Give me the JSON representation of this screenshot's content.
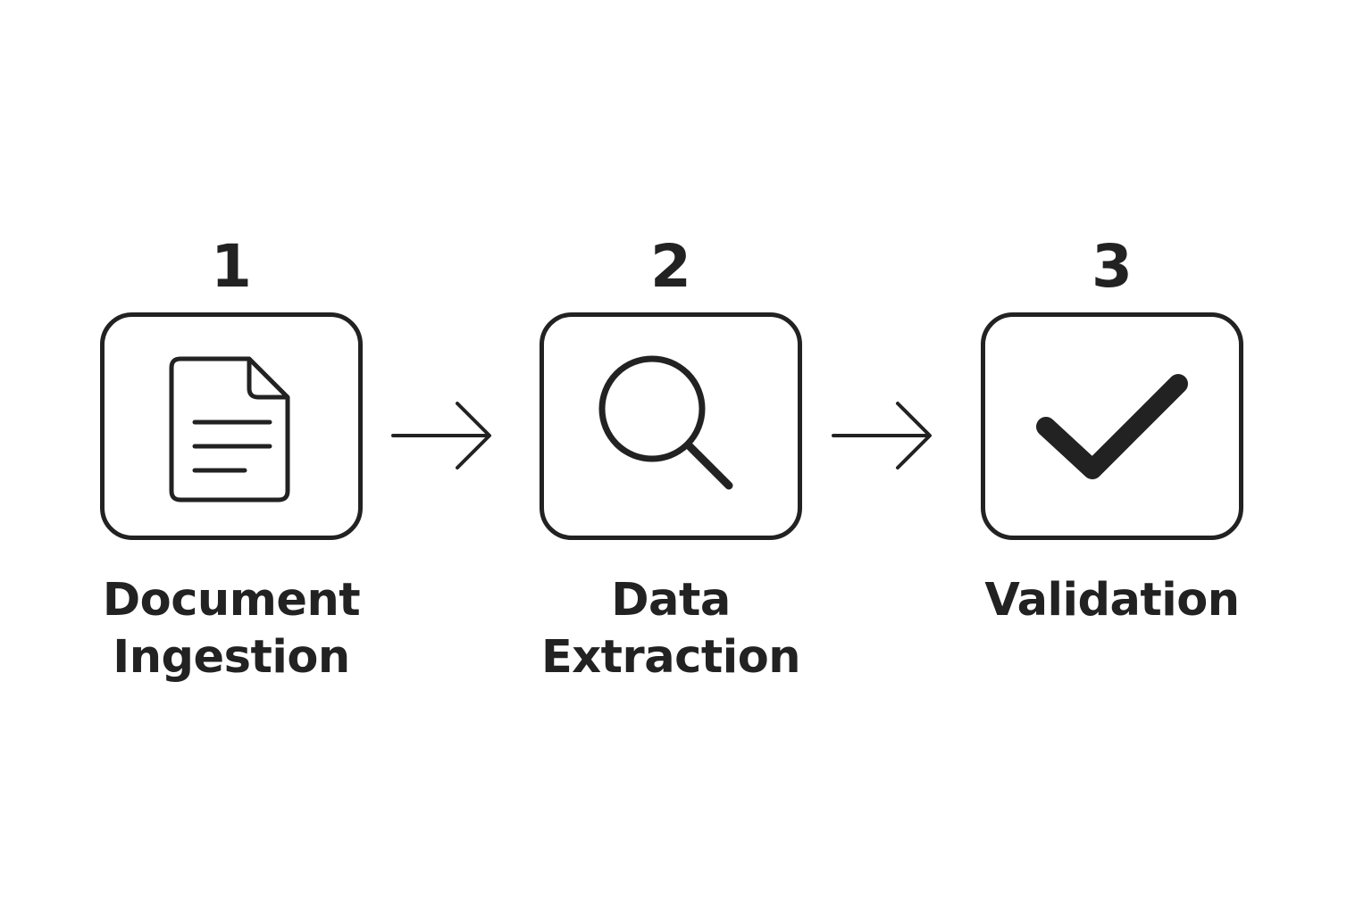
{
  "colors": {
    "stroke": "#222222",
    "background": "#ffffff"
  },
  "steps": [
    {
      "number": "1",
      "label_lines": [
        "Document",
        "Ingestion"
      ],
      "icon": "document-icon"
    },
    {
      "number": "2",
      "label_lines": [
        "Data",
        "Extraction"
      ],
      "icon": "magnifier-icon"
    },
    {
      "number": "3",
      "label_lines": [
        "Validation"
      ],
      "icon": "checkmark-icon"
    }
  ],
  "connectors": [
    {
      "icon": "arrow-right-icon"
    },
    {
      "icon": "arrow-right-icon"
    }
  ]
}
